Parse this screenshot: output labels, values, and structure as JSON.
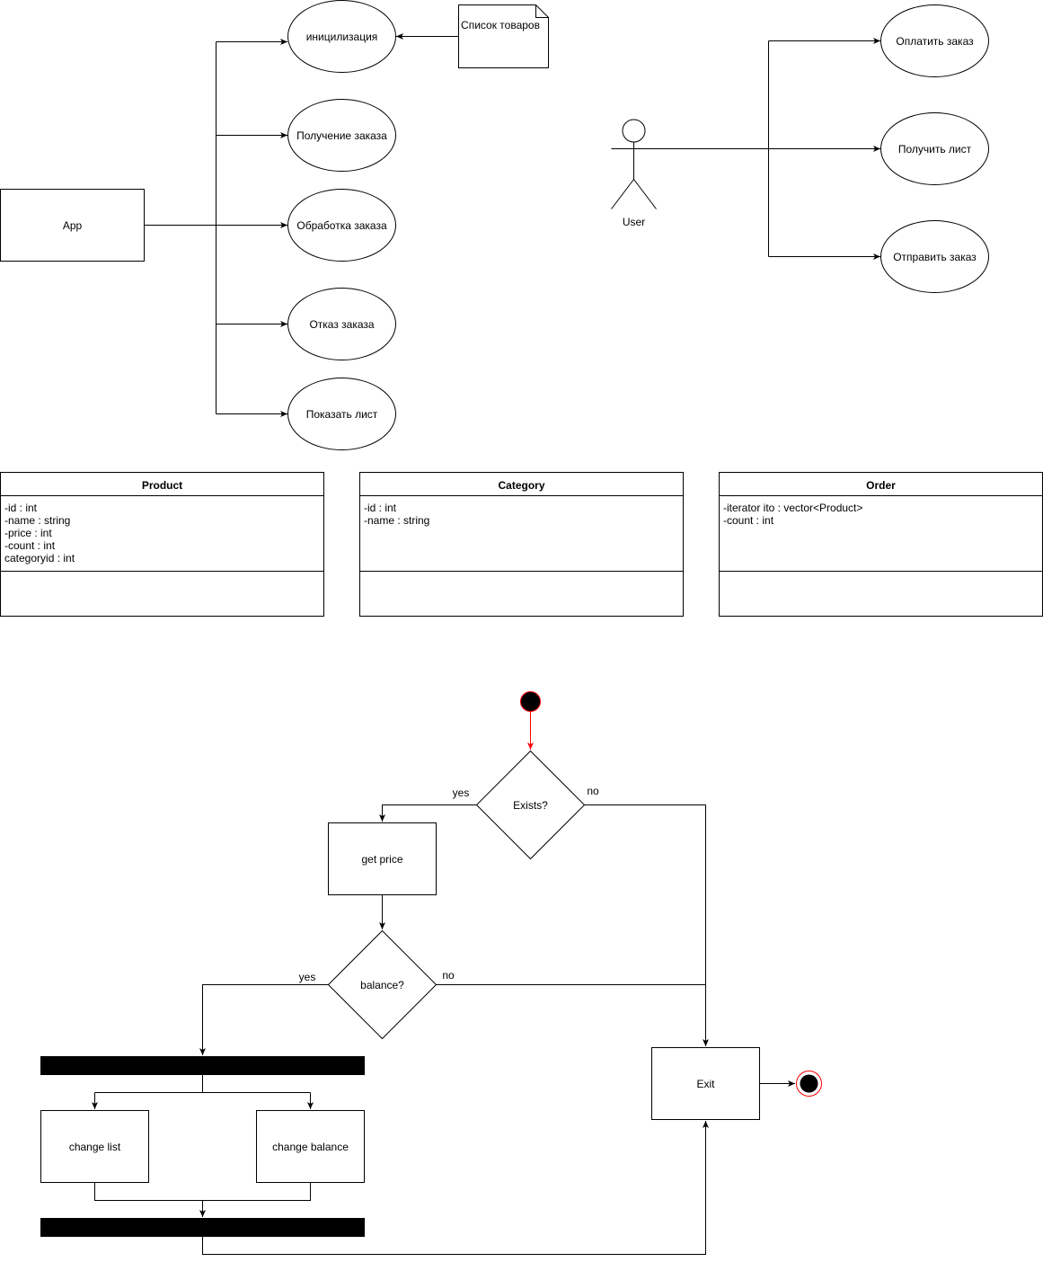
{
  "app_box": {
    "label": "App"
  },
  "app_usecases": [
    {
      "label": "иницилизация"
    },
    {
      "label": "Получение заказа"
    },
    {
      "label": "Обработка заказа"
    },
    {
      "label": "Отказ заказа"
    },
    {
      "label": "Показать лист"
    }
  ],
  "note": {
    "label": "Список товаров"
  },
  "actor": {
    "label": "User"
  },
  "user_usecases": [
    {
      "label": "Оплатить заказ"
    },
    {
      "label": "Получить лист"
    },
    {
      "label": "Отправить заказ"
    }
  ],
  "classes": [
    {
      "name": "Product",
      "attributes": [
        "-id : int",
        "-name : string",
        "-price : int",
        "-count : int",
        "categoryid : int"
      ]
    },
    {
      "name": "Category",
      "attributes": [
        "-id : int",
        "-name : string"
      ]
    },
    {
      "name": "Order",
      "attributes": [
        "-iterator ito : vector<Product>",
        "-count : int"
      ]
    }
  ],
  "activity": {
    "decision_exists": "Exists?",
    "exists_yes": "yes",
    "exists_no": "no",
    "get_price": "get price",
    "decision_balance": "balance?",
    "balance_yes": "yes",
    "balance_no": "no",
    "change_list": "change list",
    "change_balance": "change balance",
    "exit": "Exit"
  },
  "colors": {
    "stroke": "#000000",
    "start_node_border": "#ff0000",
    "start_arrow": "#ff0000",
    "end_node_ring": "#ff0000",
    "fork_bar": "#000000"
  }
}
